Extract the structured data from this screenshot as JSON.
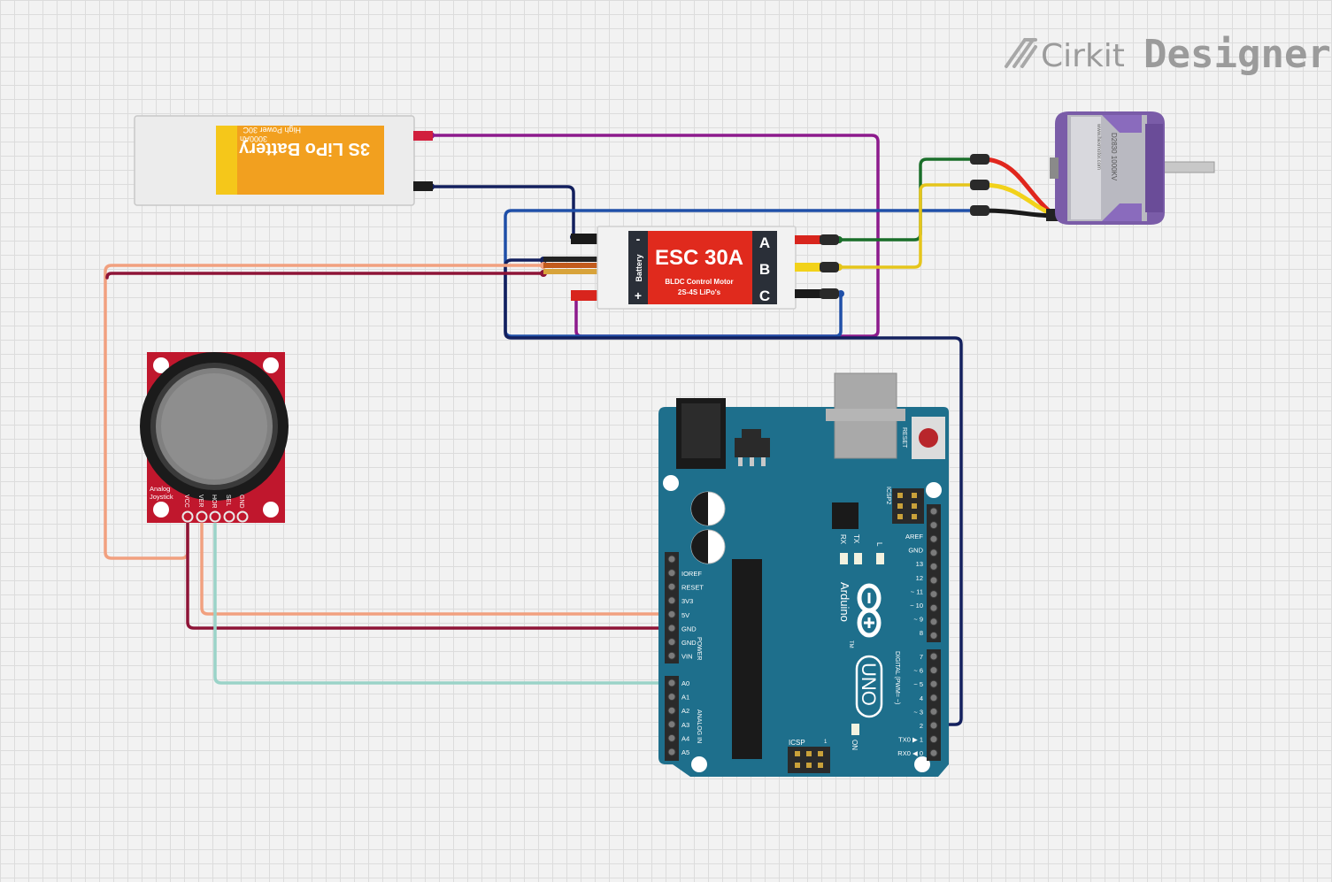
{
  "brand": {
    "name_light": "Cirkit",
    "name_bold": "Designer",
    "logo_icon": "pencil-hatch-icon"
  },
  "battery": {
    "title": "3S LiPo Battery",
    "line1": "High Power 30C",
    "line2": "3000Ah"
  },
  "esc": {
    "title": "ESC 30A",
    "subtitle1": "BLDC Control Motor",
    "subtitle2": "2S-4S LiPo's",
    "side_label": "Battery",
    "minus": "-",
    "plus": "+",
    "phase_a": "A",
    "phase_b": "B",
    "phase_c": "C"
  },
  "motor": {
    "model": "D2830 1000KV",
    "url": "www.hexmotor.com"
  },
  "joystick": {
    "title1": "Analog",
    "title2": "Joystick",
    "pins": [
      "VCC",
      "VER",
      "HOR",
      "SEL",
      "GND"
    ]
  },
  "arduino": {
    "brand": "Arduino",
    "model": "UNO",
    "tm": "TM",
    "reset": "RESET",
    "icsp": "ICSP",
    "icsp2": "ICSP2",
    "icsp_one": "1",
    "rx": "RX",
    "tx": "TX",
    "l": "L",
    "on": "ON",
    "power_label": "POWER",
    "analog_label": "ANALOG IN",
    "digital_label": "DIGITAL (PWM= ~)",
    "power_pins": [
      "IOREF",
      "RESET",
      "3V3",
      "5V",
      "GND",
      "GND",
      "VIN"
    ],
    "analog_pins": [
      "A0",
      "A1",
      "A2",
      "A3",
      "A4",
      "A5"
    ],
    "digital_top": [
      "AREF",
      "GND",
      "13",
      "12",
      "~ 11",
      "~ 10",
      "~ 9",
      "8"
    ],
    "digital_bottom": [
      "7",
      "~ 6",
      "~ 5",
      "4",
      "~ 3",
      "2",
      "TX0 ▶ 1",
      "RX0 ◀ 0"
    ]
  },
  "colors": {
    "wire_red": "#c62a6f",
    "wire_purple": "#8c1a8c",
    "wire_navy": "#13205e",
    "wire_blue": "#1f4fa8",
    "wire_green": "#1a6e2a",
    "wire_yellow": "#e5c51b",
    "wire_salmon": "#f1a07f",
    "wire_maroon": "#8e1437",
    "wire_teal": "#9ad3c8",
    "board_teal": "#1e6f8c",
    "joystick_red": "#c0172d",
    "esc_red": "#e02a1d",
    "battery_orange": "#f2a01f"
  }
}
